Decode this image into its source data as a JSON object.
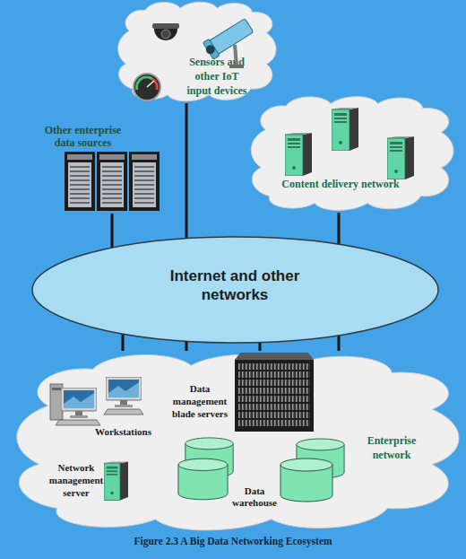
{
  "diagram": {
    "caption": "Figure 2.3 A Big Data Networking Ecosystem",
    "nodes": [
      {
        "text": [
          "Sensors and other IoT input devices"
        ]
      },
      {
        "text": [
          "Other enterprise data sources"
        ]
      },
      {
        "text": [
          "Content delivery network"
        ]
      },
      {
        "text": [
          "Internet and other networks"
        ]
      },
      {
        "text": [
          "Enterprise network"
        ]
      },
      {
        "text": [
          "Workstations"
        ],
        "in": 4
      },
      {
        "text": [
          "Data management blade servers"
        ],
        "in": 4
      },
      {
        "text": [
          "Network management server"
        ],
        "in": 4
      },
      {
        "text": [
          "Data warehouse"
        ],
        "in": 4
      }
    ],
    "edges": [
      {
        "from": 0,
        "to": 3,
        "arrow": "none"
      },
      {
        "from": 1,
        "to": 3,
        "arrow": "none"
      },
      {
        "from": 2,
        "to": 3,
        "arrow": "none"
      },
      {
        "from": 3,
        "to": 4,
        "arrow": "none"
      },
      {
        "from": 3,
        "to": 4,
        "arrow": "none"
      },
      {
        "from": 3,
        "to": 4,
        "arrow": "none"
      },
      {
        "from": 3,
        "to": 4,
        "arrow": "none"
      }
    ]
  }
}
